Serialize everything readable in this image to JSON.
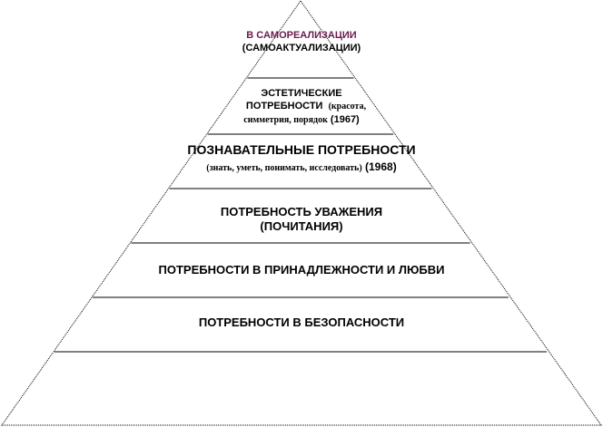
{
  "pyramid": {
    "levels": [
      {
        "title": "В САМОРЕАЛИЗАЦИИ",
        "subtitle": "(САМОАКТУАЛИЗАЦИИ)"
      },
      {
        "title_line1": "ЭСТЕТИЧЕСКИЕ",
        "title_line2": "ПОТРЕБНОСТИ",
        "note_a": "(красота,",
        "note_b": "симметрия, порядок",
        "year": "(1967)"
      },
      {
        "title": "ПОЗНАВАТЕЛЬНЫЕ ПОТРЕБНОСТИ",
        "note": "(знать, уметь, понимать, исследовать)",
        "year": "(1968)"
      },
      {
        "title_line1": "ПОТРЕБНОСТЬ УВАЖЕНИЯ",
        "title_line2": "(ПОЧИТАНИЯ)"
      },
      {
        "title": "ПОТРЕБНОСТИ В ПРИНАДЛЕЖНОСТИ И ЛЮБВИ"
      },
      {
        "title": "ПОТРЕБНОСТИ В БЕЗОПАСНОСТИ"
      },
      {
        "title": ""
      }
    ],
    "colors": {
      "top_title": "#6a1b4d",
      "lines": "#000000"
    }
  }
}
